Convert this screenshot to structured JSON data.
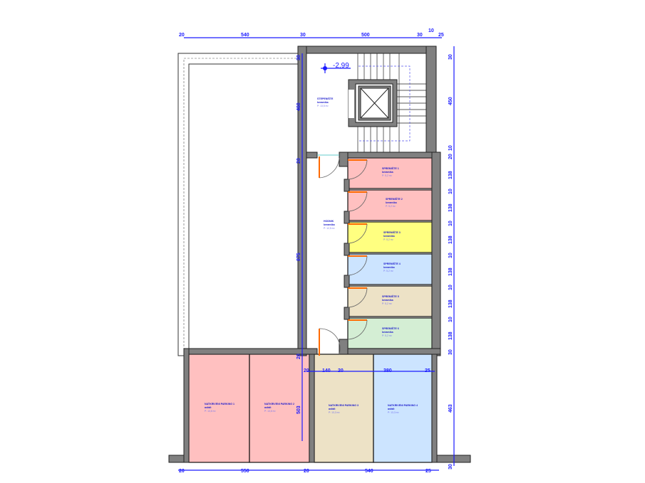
{
  "level_mark": "-2,99",
  "colors": {
    "pink": "#ffc0c0",
    "yellow": "#ffff80",
    "blue": "#cce4ff",
    "beige": "#ede2c6",
    "green": "#d4eed4",
    "dim": "#1a1aff",
    "wall": "#808080",
    "door": "#ff6a00"
  },
  "stair": {
    "name": "STEPENIŠTE",
    "floor": "keramika",
    "area": "P: 13,5 m²"
  },
  "hall": {
    "name": "HODNIK",
    "floor": "keramika",
    "area": "P: 12,5 m²"
  },
  "storages": [
    {
      "name": "SPREMIŠTE 1",
      "floor": "keramika",
      "area": "P: 5,2 m²"
    },
    {
      "name": "SPREMIŠTE 2",
      "floor": "keramika",
      "area": "P: 5,2 m²"
    },
    {
      "name": "SPREMIŠTE 3",
      "floor": "keramika",
      "area": "P: 5,2 m²"
    },
    {
      "name": "SPREMIŠTE 4",
      "floor": "keramika",
      "area": "P: 5,2 m²"
    },
    {
      "name": "SPREMIŠTE 5",
      "floor": "keramika",
      "area": "P: 5,2 m²"
    },
    {
      "name": "SPREMIŠTE 6",
      "floor": "keramika",
      "area": "P: 5,2 m²"
    }
  ],
  "parkings": [
    {
      "name": "NATKRIVENI PARKING 1",
      "floor": "asfalt",
      "area": "P: 13,6 m²"
    },
    {
      "name": "NATKRIVENI PARKING 2",
      "floor": "asfalt",
      "area": "P: 13,6 m²"
    },
    {
      "name": "NATKRIVENI PARKING 3",
      "floor": "asfalt",
      "area": "P: 13,3 m²"
    },
    {
      "name": "NATKRIVENI PARKING 4",
      "floor": "asfalt",
      "area": "P: 13,3 m²"
    }
  ],
  "dims": {
    "top": [
      "20",
      "540",
      "30",
      "500",
      "30",
      "10",
      "25"
    ],
    "bottom": [
      "20",
      "550",
      "20",
      "540",
      "25"
    ],
    "right": [
      "30",
      "450",
      "10",
      "20",
      "138",
      "10",
      "138",
      "10",
      "138",
      "10",
      "138",
      "10",
      "138",
      "10",
      "138",
      "30",
      "463",
      "30"
    ],
    "left_inner": [
      "30",
      "460",
      "20",
      "875",
      "20",
      "503"
    ],
    "inner_parking": [
      "20",
      "140",
      "20",
      "380",
      "25"
    ]
  }
}
